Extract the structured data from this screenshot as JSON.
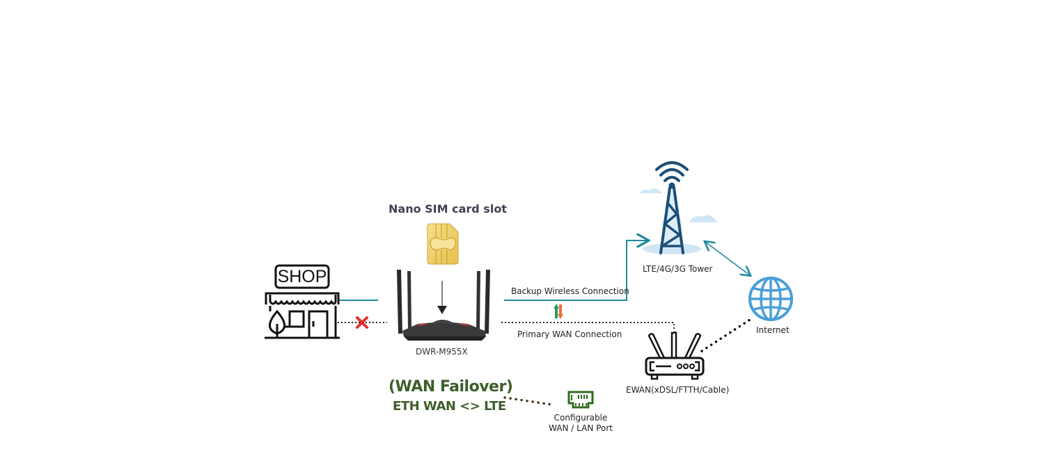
{
  "diagram": {
    "title": "Nano SIM card slot",
    "router_model": "DWR-M955X",
    "connections": {
      "backup": "Backup Wireless Connection",
      "primary": "Primary WAN Connection"
    },
    "nodes": {
      "shop": {
        "label": "SHOP",
        "icon": "shop-icon"
      },
      "tower": {
        "label": "LTE/4G/3G Tower",
        "icon": "cell-tower-icon"
      },
      "internet": {
        "label": "Internet",
        "icon": "globe-icon"
      },
      "ewan": {
        "label": "EWAN(xDSL/FTTH/Cable)",
        "icon": "wifi-router-icon"
      },
      "port": {
        "label_line1": "Configurable",
        "label_line2": "WAN / LAN Port",
        "icon": "ethernet-port-icon"
      }
    },
    "failover": {
      "line1": "(WAN Failover)",
      "line2": "ETH WAN <> LTE"
    },
    "status": {
      "primary_link_to_shop": "failed",
      "failed_marker": "red-x-icon",
      "switch_marker": "swap-arrows-icon"
    },
    "colors": {
      "teal_line": "#1f8a9e",
      "tower_blue": "#1b4f78",
      "cloud_blue": "#cfe6f5",
      "globe_blue": "#4a9fd8",
      "failover_green": "#3e5e2a",
      "port_green": "#2f6b1f",
      "x_red": "#e53030",
      "sim_gold": "#f1d46c",
      "dotted_brown": "#4a3218"
    }
  }
}
